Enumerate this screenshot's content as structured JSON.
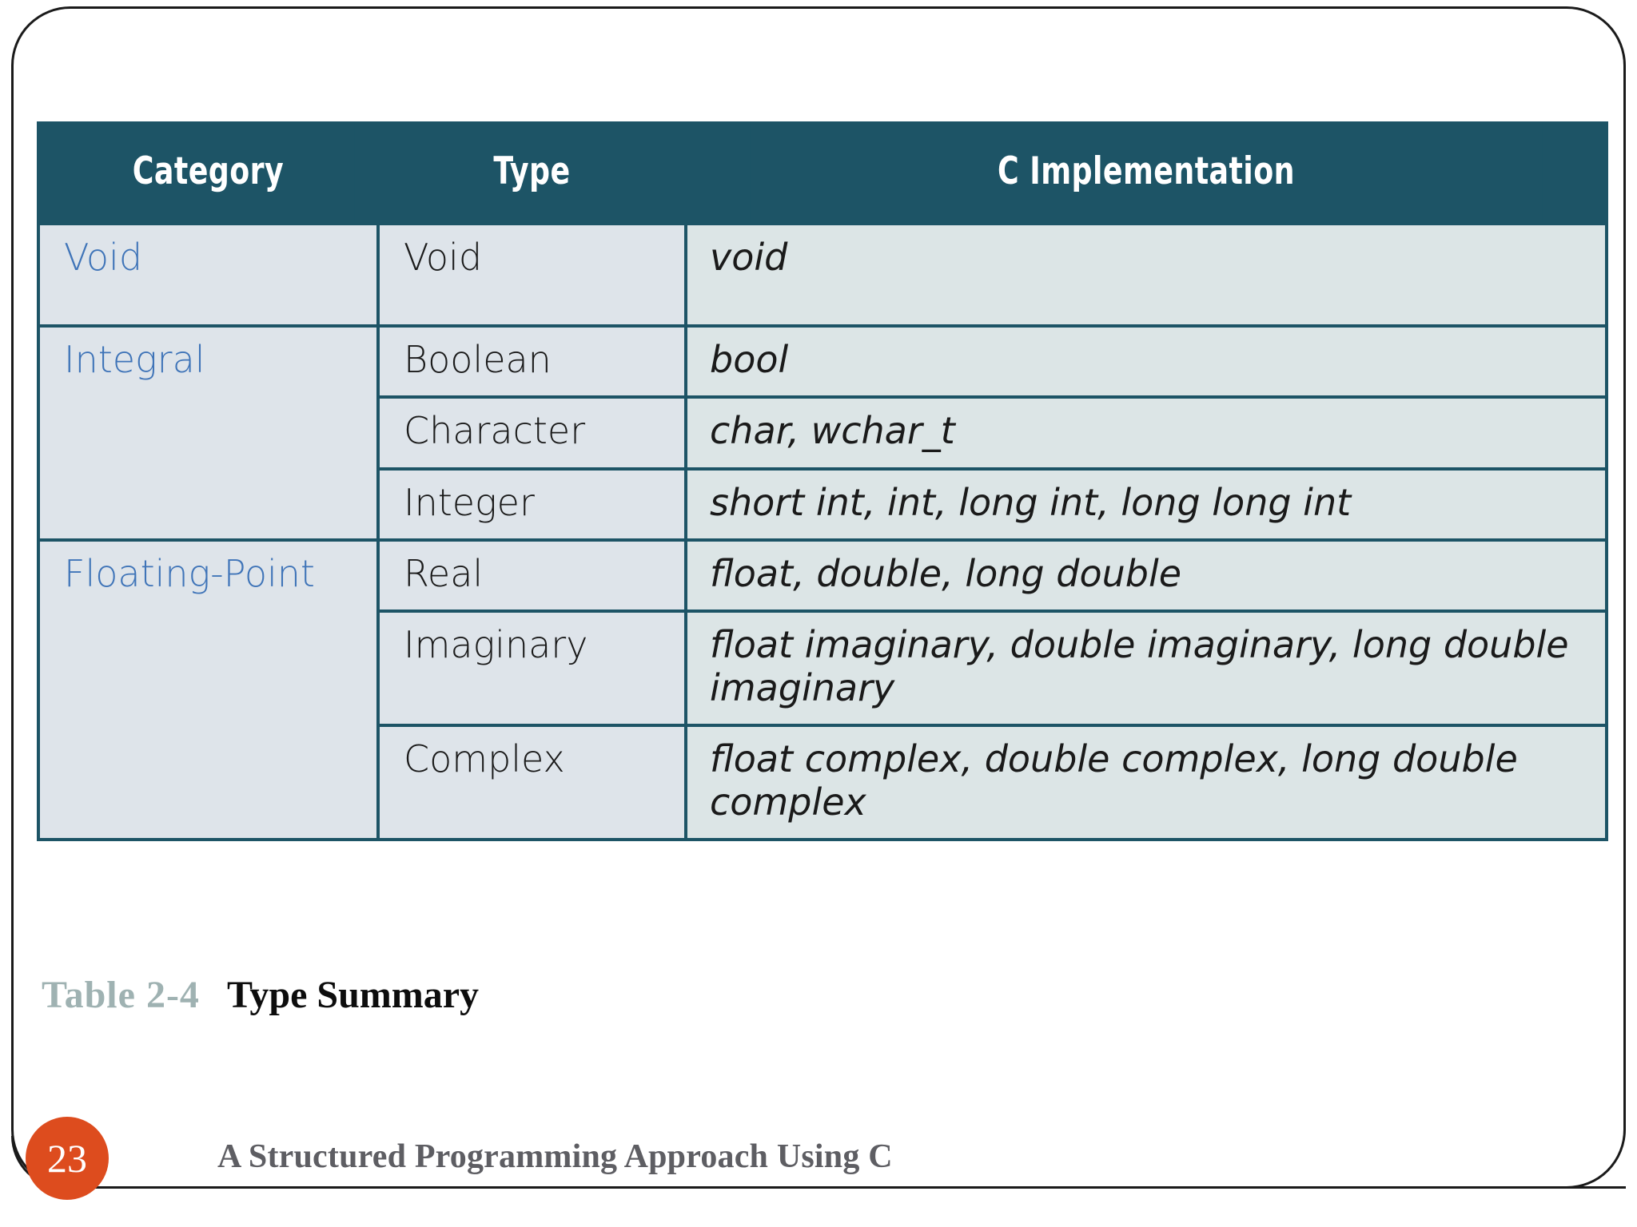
{
  "slide": {
    "caption": {
      "label": "Table  2-4",
      "title": "Type Summary"
    },
    "footer": {
      "page_number": "23",
      "book_title": "A Structured Programming Approach Using C"
    },
    "colors": {
      "header_bg": "#1d5466",
      "cell_bg": "#dde3e9",
      "impl_cell_bg": "#dce5e6",
      "category_text": "#3f74b8",
      "badge": "#dd4c1e",
      "caption_label": "#9fb2b2",
      "footer_text": "#5e5e63"
    }
  },
  "table": {
    "headers": {
      "category": "Category",
      "type": "Type",
      "implementation": "C Implementation"
    },
    "rows": [
      {
        "category": "Void",
        "category_rowspan": 1,
        "type": "Void",
        "implementation": "void"
      },
      {
        "category": "Integral",
        "category_rowspan": 3,
        "type": "Boolean",
        "implementation": "bool"
      },
      {
        "category": null,
        "type": "Character",
        "implementation": "char, wchar_t"
      },
      {
        "category": null,
        "type": "Integer",
        "implementation": "short int, int, long int, long long int"
      },
      {
        "category": "Floating-Point",
        "category_rowspan": 3,
        "type": "Real",
        "implementation": "float, double, long double"
      },
      {
        "category": null,
        "type": "Imaginary",
        "implementation": "float imaginary, double imaginary, long double imaginary"
      },
      {
        "category": null,
        "type": "Complex",
        "implementation": "float complex, double complex, long double complex"
      }
    ]
  }
}
